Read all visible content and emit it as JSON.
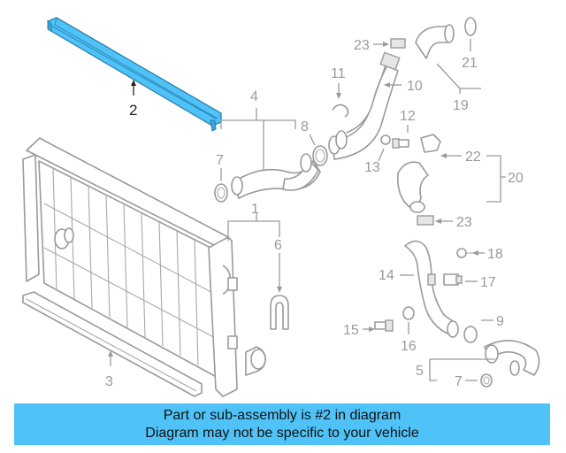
{
  "banner": {
    "line1": "Part or sub-assembly is #2 in diagram",
    "line2": "Diagram may not be specific to your vehicle"
  },
  "colors": {
    "highlight": "#4fc3f7",
    "banner_bg": "#4fc3f7",
    "line_art": "#9a9a9a"
  },
  "callouts": {
    "c1": "1",
    "c2": "2",
    "c3": "3",
    "c4": "4",
    "c5": "5",
    "c6": "6",
    "c7a": "7",
    "c7b": "7",
    "c8": "8",
    "c9": "9",
    "c10": "10",
    "c11": "11",
    "c12": "12",
    "c13": "13",
    "c14": "14",
    "c15": "15",
    "c16": "16",
    "c17": "17",
    "c18": "18",
    "c19": "19",
    "c20": "20",
    "c21": "21",
    "c22": "22",
    "c23a": "23",
    "c23b": "23"
  },
  "highlighted_part": "2"
}
